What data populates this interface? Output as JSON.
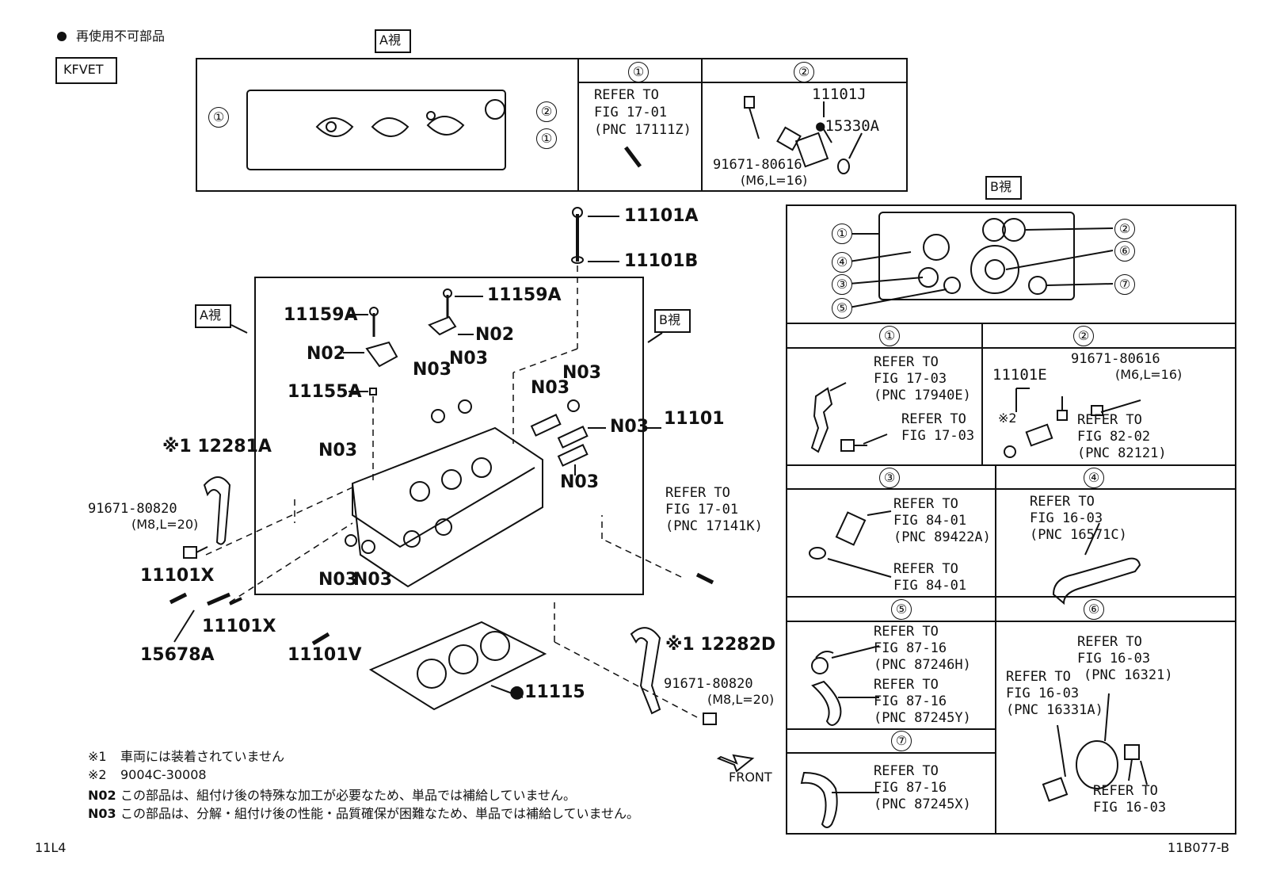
{
  "legend": {
    "bullet": "●",
    "text": "再使用不可部品",
    "engine_code": "KFVET"
  },
  "view_a": {
    "tag": "A視",
    "callouts": [
      "①",
      "②",
      "①"
    ],
    "panel1": {
      "num": "①",
      "refer": [
        "REFER TO",
        "FIG 17-01",
        "(PNC 17111Z)"
      ]
    },
    "panel2": {
      "num": "②",
      "part1": "11101J",
      "part2": "●15330A",
      "bolt": "91671-80616",
      "bolt_spec": "(M6,L=16)"
    }
  },
  "view_b": {
    "tag": "B視",
    "callouts": [
      "①",
      "④",
      "③",
      "⑤",
      "②",
      "⑥",
      "⑦"
    ],
    "p1": {
      "num": "①",
      "refer_a": [
        "REFER TO",
        "FIG 17-03",
        "(PNC 17940E)"
      ],
      "refer_b": [
        "REFER TO",
        "FIG 17-03"
      ]
    },
    "p2": {
      "num": "②",
      "part": "11101E",
      "note": "※2",
      "bolt": "91671-80616",
      "bolt_spec": "(M6,L=16)",
      "refer": [
        "REFER TO",
        "FIG 82-02",
        "(PNC 82121)"
      ]
    },
    "p3": {
      "num": "③",
      "refer_a": [
        "REFER TO",
        "FIG 84-01",
        "(PNC 89422A)"
      ],
      "refer_b": [
        "REFER TO",
        "FIG 84-01"
      ]
    },
    "p4": {
      "num": "④",
      "refer": [
        "REFER TO",
        "FIG 16-03",
        "(PNC 16571C)"
      ]
    },
    "p5": {
      "num": "⑤",
      "refer_a": [
        "REFER TO",
        "FIG 87-16",
        "(PNC 87246H)"
      ],
      "refer_b": [
        "REFER TO",
        "FIG 87-16",
        "(PNC 87245Y)"
      ]
    },
    "p6": {
      "num": "⑥",
      "refer_a": [
        "REFER TO",
        "FIG 16-03",
        "(PNC 16321)"
      ],
      "refer_b": [
        "REFER TO",
        "FIG 16-03",
        "(PNC 16331A)"
      ],
      "refer_c": [
        "REFER TO",
        "FIG 16-03"
      ]
    },
    "p7": {
      "num": "⑦",
      "refer": [
        "REFER TO",
        "FIG 87-16",
        "(PNC 87245X)"
      ]
    }
  },
  "main": {
    "view_a_tag": "A視",
    "view_b_tag": "B視",
    "labels": {
      "p11101A": "11101A",
      "p11101B": "11101B",
      "p11159A_1": "11159A",
      "p11159A_2": "11159A",
      "n02_1": "N02",
      "n02_2": "N02",
      "p11155A": "11155A",
      "n03_1": "N03",
      "n03_2": "N03",
      "n03_3": "N03",
      "n03_4": "N03",
      "n03_5": "N03",
      "n03_6": "N03",
      "n03_7": "N03",
      "n03_8": "N03",
      "n03_9": "N03",
      "p11101": "11101",
      "p12281A": "※1 12281A",
      "bolt1": "91671-80820",
      "bolt1_spec": "(M8,L=20)",
      "p11101X_1": "11101X",
      "p11101X_2": "11101X",
      "p15678A": "15678A",
      "p11101V": "11101V",
      "p11115": "●11115",
      "p12282D": "※1 12282D",
      "bolt2": "91671-80820",
      "bolt2_spec": "(M8,L=20)",
      "front": "FRONT",
      "refer": [
        "REFER TO",
        "FIG 17-01",
        "(PNC 17141K)"
      ]
    }
  },
  "notes": [
    {
      "key": "※1",
      "text": "車両には装着されていません"
    },
    {
      "key": "※2",
      "text": "9004C-30008"
    },
    {
      "key": "N02",
      "text": "この部品は、組付け後の特殊な加工が必要なため、単品では補給していません。"
    },
    {
      "key": "N03",
      "text": "この部品は、分解・組付け後の性能・品質確保が困難なため、単品では補給していません。"
    }
  ],
  "footer": {
    "left": "11L4",
    "right": "11B077-B"
  }
}
